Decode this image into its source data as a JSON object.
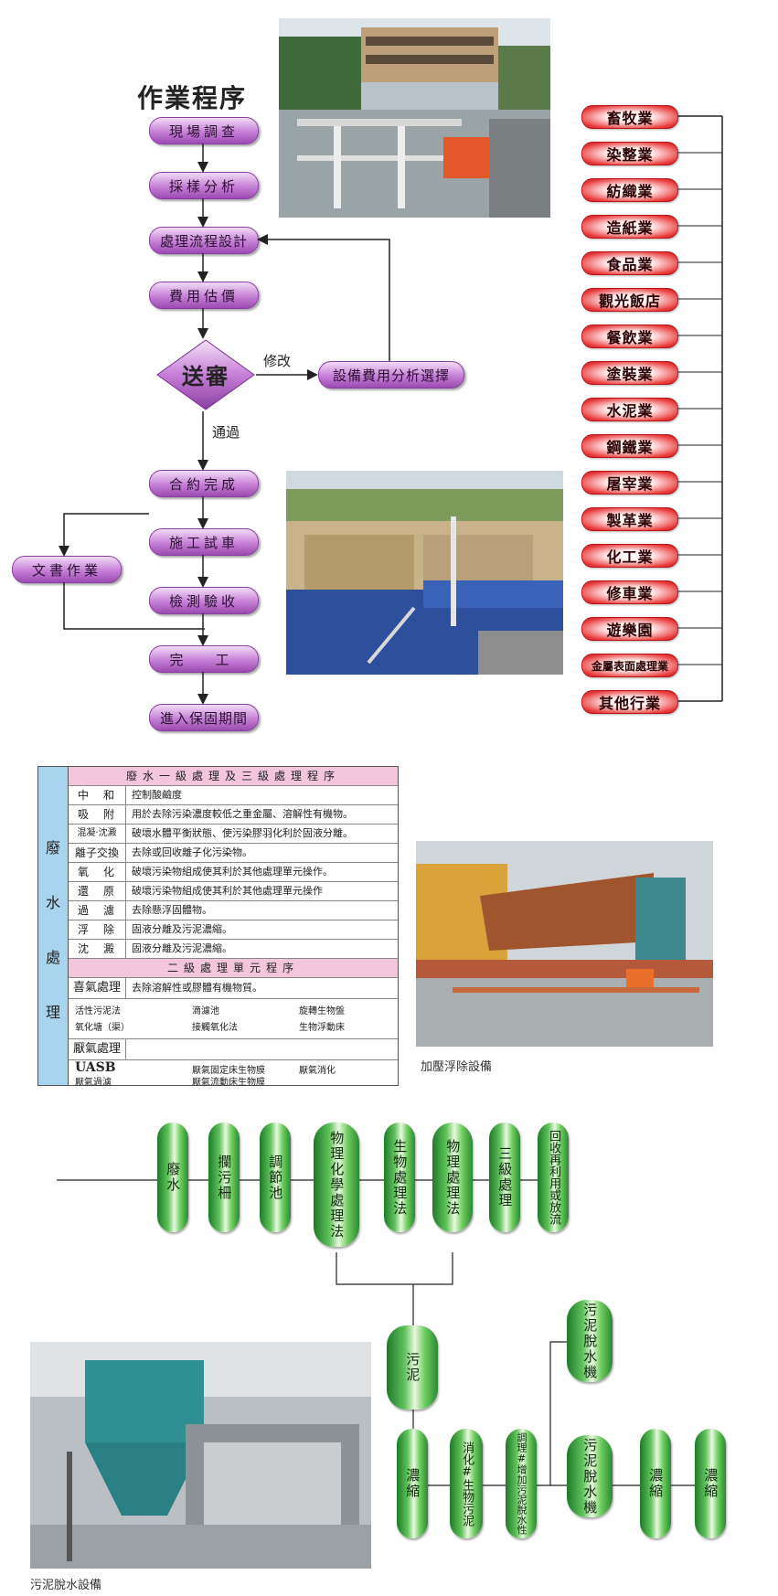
{
  "flow": {
    "title": "作業程序",
    "steps": [
      "現場調查",
      "採樣分析",
      "處理流程設計",
      "費用估價"
    ],
    "diamond": "送審",
    "modify_label": "修改",
    "equipment_step": "設備費用分析選擇",
    "pass_label": "通過",
    "steps_after": [
      "合約完成",
      "施工試車",
      "檢測驗收",
      "完　工",
      "進入保固期間"
    ],
    "documents": "文書作業"
  },
  "industries": [
    "畜牧業",
    "染整業",
    "紡織業",
    "造紙業",
    "食品業",
    "觀光飯店",
    "餐飲業",
    "塗裝業",
    "水泥業",
    "鋼鐵業",
    "屠宰業",
    "製革業",
    "化工業",
    "修車業",
    "遊樂園",
    "金屬表面處理業",
    "其他行業"
  ],
  "table": {
    "side_label": [
      "廢",
      "水",
      "處",
      "理"
    ],
    "header1": "廢水一級處理及三級處理程序",
    "rows1": [
      {
        "k": "中　和",
        "v": "控制酸鹼度"
      },
      {
        "k": "吸　附",
        "v": "用於去除污染濃度較低之重金屬、溶解性有機物。"
      },
      {
        "k": "混凝·沈澱",
        "v": "破壞水體平衡狀態、使污染膠羽化利於固液分離。"
      },
      {
        "k": "離子交換",
        "v": "去除或回收離子化污染物。"
      },
      {
        "k": "氧　化",
        "v": "破壞污染物組成使其利於其他處理單元操作。"
      },
      {
        "k": "還　原",
        "v": "破壞污染物組成使其利於其他處理單元操作"
      },
      {
        "k": "過　濾",
        "v": "去除懸浮固體物。"
      },
      {
        "k": "浮　除",
        "v": "固液分離及污泥濃縮。"
      },
      {
        "k": "沈　澱",
        "v": "固液分離及污泥濃縮。"
      }
    ],
    "header2": "二級處理單元程序",
    "aerobic_k": "喜氣處理",
    "aerobic_v": "去除溶解性或膠體有機物質。",
    "aerobic_items": [
      "活性污泥法",
      "滴濾池",
      "旋轉生物盤",
      "氧化塘（渠）",
      "接觸氧化法",
      "生物浮動床"
    ],
    "anaerobic_k": "厭氣處理",
    "anaerobic_items": [
      "UASB",
      "厭氣固定床生物膜",
      "厭氣消化",
      "厭氣過濾",
      "厭氣流動床生物膜"
    ]
  },
  "captions": {
    "flotation": "加壓浮除設備",
    "dewater": "污泥脫水設備"
  },
  "process": {
    "top": [
      "廢水",
      "攔污柵",
      "調節池",
      "物理化學處理法",
      "生物處理法",
      "物理處理法",
      "三級處理",
      "回收再利用或放流"
    ],
    "sludge": "污泥",
    "bottom": [
      "濃縮",
      "消化#生物污泥",
      "調理#增加污泥脫水性",
      "污泥脫水機",
      "濃縮",
      "濃縮"
    ],
    "upper_dewater": "污泥脫水機"
  }
}
